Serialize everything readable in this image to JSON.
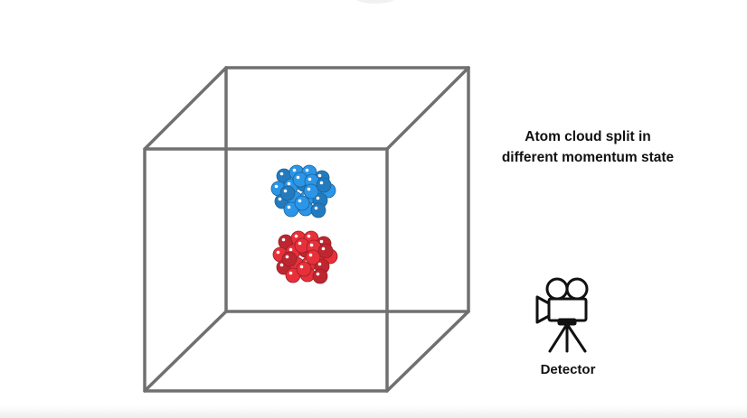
{
  "caption": {
    "line1": "Atom cloud split in",
    "line2": "different momentum state"
  },
  "detector": {
    "label": "Detector",
    "icon": "video-camera-on-tripod-icon"
  },
  "clouds": [
    {
      "name": "blue-atom-cloud",
      "color": "#2b96e8"
    },
    {
      "name": "red-atom-cloud",
      "color": "#e8303a"
    }
  ],
  "box": {
    "stroke": "#707070"
  }
}
